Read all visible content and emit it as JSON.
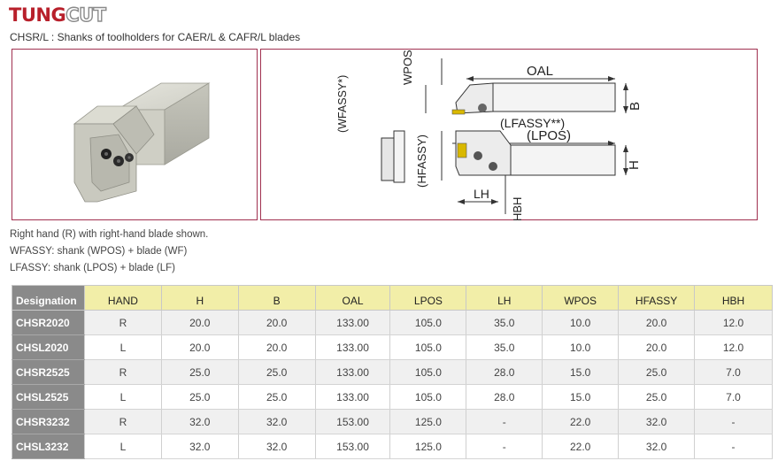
{
  "header": {
    "logo_part1": "TUNG",
    "logo_part2": "CUT",
    "subtitle": "CHSR/L : Shanks of toolholders for CAER/L & CAFR/L blades"
  },
  "diagram": {
    "labels": {
      "wpos": "WPOS",
      "wfassy": "(WFASSY*)",
      "oal": "OAL",
      "b": "B",
      "lfassy": "(LFASSY**)",
      "lpos": "(LPOS)",
      "hfassy": "(HFASSY)",
      "h": "H",
      "lh": "LH",
      "hbh": "HBH"
    }
  },
  "notes": [
    "Right hand (R) with right-hand blade shown.",
    "WFASSY: shank (WPOS) + blade (WF)",
    "LFASSY: shank (LPOS) + blade (LF)"
  ],
  "table": {
    "headers": [
      "Designation",
      "HAND",
      "H",
      "B",
      "OAL",
      "LPOS",
      "LH",
      "WPOS",
      "HFASSY",
      "HBH"
    ],
    "rows": [
      [
        "CHSR2020",
        "R",
        "20.0",
        "20.0",
        "133.00",
        "105.0",
        "35.0",
        "10.0",
        "20.0",
        "12.0"
      ],
      [
        "CHSL2020",
        "L",
        "20.0",
        "20.0",
        "133.00",
        "105.0",
        "35.0",
        "10.0",
        "20.0",
        "12.0"
      ],
      [
        "CHSR2525",
        "R",
        "25.0",
        "25.0",
        "133.00",
        "105.0",
        "28.0",
        "15.0",
        "25.0",
        "7.0"
      ],
      [
        "CHSL2525",
        "L",
        "25.0",
        "25.0",
        "133.00",
        "105.0",
        "28.0",
        "15.0",
        "25.0",
        "7.0"
      ],
      [
        "CHSR3232",
        "R",
        "32.0",
        "32.0",
        "153.00",
        "125.0",
        "-",
        "22.0",
        "32.0",
        "-"
      ],
      [
        "CHSL3232",
        "L",
        "32.0",
        "32.0",
        "153.00",
        "125.0",
        "-",
        "22.0",
        "32.0",
        "-"
      ]
    ]
  },
  "colors": {
    "brand_red": "#b8202b",
    "header_yellow": "#f2eea8",
    "designation_gray": "#8a8a8a",
    "panel_border": "#a03050"
  }
}
